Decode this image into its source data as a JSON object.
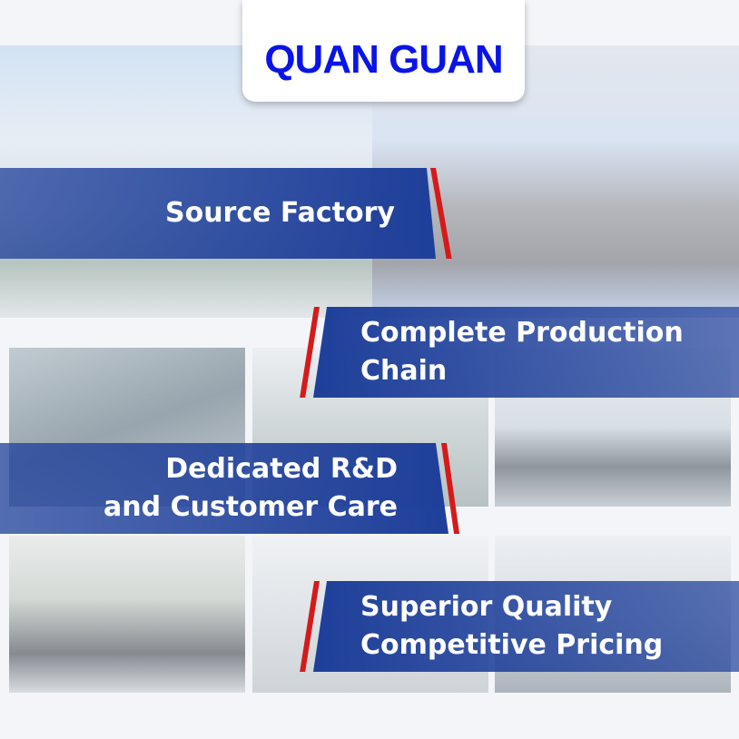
{
  "brand": {
    "name": "QUAN GUAN",
    "color": "#0a14e6"
  },
  "banners": [
    {
      "lines": [
        "Source Factory"
      ]
    },
    {
      "lines": [
        "Complete Production",
        "Chain"
      ]
    },
    {
      "lines": [
        "Dedicated R&D",
        "and Customer Care"
      ]
    },
    {
      "lines": [
        "Superior Quality",
        "Competitive Pricing"
      ]
    }
  ],
  "colors": {
    "banner": "#1e3f9a",
    "stripe": "#d51a1a"
  }
}
